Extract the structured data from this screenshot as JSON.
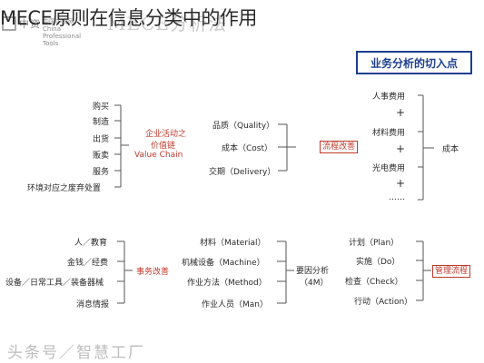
{
  "title": "MECE原则在信息分类中的作用",
  "ghost_title": "MECE分析法",
  "logo": {
    "text": "中国中资网 China Professional Tools"
  },
  "header_box": "业务分析的切入点",
  "cost_tree": {
    "root": "成本",
    "items": [
      "人事费用",
      "+",
      "材料费用",
      "+",
      "光电费用",
      "+",
      "……"
    ]
  },
  "value_chain_tree": {
    "root_lines": [
      "企业活动之",
      "价值链",
      "Value Chain"
    ],
    "items": [
      "购买",
      "制造",
      "出货",
      "贩卖",
      "服务",
      "环境对应之废弃处置"
    ]
  },
  "process_tree": {
    "root": "流程改善",
    "items": [
      "品质（Quality）",
      "成本（Cost）",
      "交期（Delivery）"
    ]
  },
  "business_tree": {
    "root": "事务改善",
    "items": [
      "人／教育",
      "金钱／经费",
      "设备／日常工具／装备器械",
      "消息情报"
    ]
  },
  "factor_tree": {
    "root_lines": [
      "要因分析",
      "（4M）"
    ],
    "items": [
      "材料（Material）",
      "机械设备（Machine）",
      "作业方法（Method）",
      "作业人员（Man）"
    ]
  },
  "pdca_tree": {
    "root": "管理流程",
    "items": [
      "计划（Plan）",
      "实施（Do）",
      "检查（Check）",
      "行动（Action）"
    ]
  },
  "watermark": "头条号／智慧工厂",
  "colors": {
    "accent_blue": "#1d3f8f",
    "accent_red": "#c0392b",
    "text": "#2a2a2a"
  }
}
